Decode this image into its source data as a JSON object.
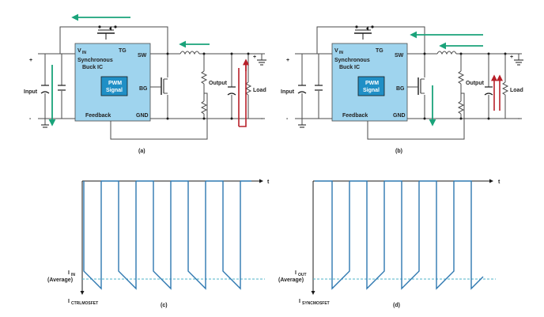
{
  "colors": {
    "ic_fill": "#9fd4ee",
    "pwm_fill": "#1f8fc6",
    "wire": "#4a4a4a",
    "arrow_green": "#1aa37a",
    "arrow_red": "#b8202a",
    "waveform": "#2e78b0",
    "average_line": "#4fb3c9"
  },
  "circuit_a": {
    "vin": "V",
    "vin_sub": "IN",
    "ic_name_line1": "Synchronous",
    "ic_name_line2": "Buck IC",
    "tg": "TG",
    "sw": "SW",
    "bg": "BG",
    "pwm_line1": "PWM",
    "pwm_line2": "Signal",
    "feedback": "Feedback",
    "gnd": "GND",
    "input": "Input",
    "output": "Output",
    "load": "Load",
    "plus": "+",
    "minus": "-",
    "caption": "(a)"
  },
  "circuit_b": {
    "vin": "V",
    "vin_sub": "IN",
    "ic_name_line1": "Synchronous",
    "ic_name_line2": "Buck IC",
    "tg": "TG",
    "sw": "SW",
    "bg": "BG",
    "pwm_line1": "PWM",
    "pwm_line2": "Signal",
    "feedback": "Feedback",
    "gnd": "GND",
    "input": "Input",
    "output": "Output",
    "load": "Load",
    "plus": "+",
    "minus": "-",
    "caption": "(b)"
  },
  "waveform_c": {
    "t_label": "t",
    "avg_label_main": "I",
    "avg_label_sub": "IN",
    "avg_label_line2": "(Average)",
    "y_label_main": "I",
    "y_label_sub": "CTRLMOSFET",
    "caption": "(c)"
  },
  "waveform_d": {
    "t_label": "t",
    "avg_label_main": "I",
    "avg_label_sub": "OUT",
    "avg_label_line2": "(Average)",
    "y_label_main": "I",
    "y_label_sub": "SYNCMOSFET",
    "caption": "(d)"
  }
}
